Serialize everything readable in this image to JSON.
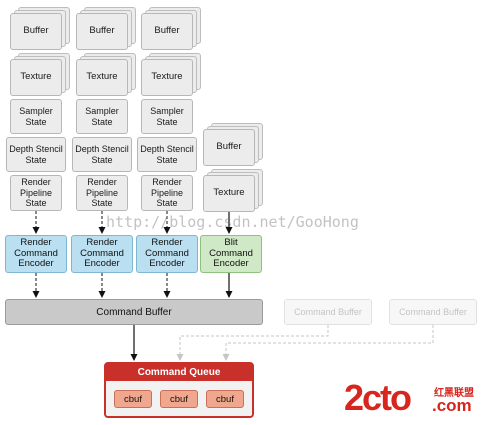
{
  "columns": [
    {
      "buffer": "Buffer",
      "texture": "Texture",
      "sampler": "Sampler\nState",
      "depth": "Depth Stencil\nState",
      "pipeline": "Render\nPipeline\nState",
      "encoder": "Render\nCommand\nEncoder"
    },
    {
      "buffer": "Buffer",
      "texture": "Texture",
      "sampler": "Sampler\nState",
      "depth": "Depth Stencil\nState",
      "pipeline": "Render\nPipeline\nState",
      "encoder": "Render\nCommand\nEncoder"
    },
    {
      "buffer": "Buffer",
      "texture": "Texture",
      "sampler": "Sampler\nState",
      "depth": "Depth Stencil\nState",
      "pipeline": "Render\nPipeline\nState",
      "encoder": "Render\nCommand\nEncoder"
    }
  ],
  "blit": {
    "buffer": "Buffer",
    "texture": "Texture",
    "encoder": "Blit\nCommand\nEncoder"
  },
  "command_buffer": "Command Buffer",
  "faded_buffers": [
    "Command Buffer",
    "Command Buffer"
  ],
  "queue": {
    "title": "Command Queue",
    "items": [
      "cbuf",
      "cbuf",
      "cbuf"
    ]
  },
  "watermark": "http://blog.csdn.net/GooHong",
  "brand": {
    "main": "2cto",
    "cn": "红黑联盟",
    "com": ".com"
  },
  "colors": {
    "render_encoder": "#b9dff0",
    "blit_encoder": "#cfe8c5",
    "queue": "#c9302a",
    "cbuf": "#f1a78d"
  }
}
